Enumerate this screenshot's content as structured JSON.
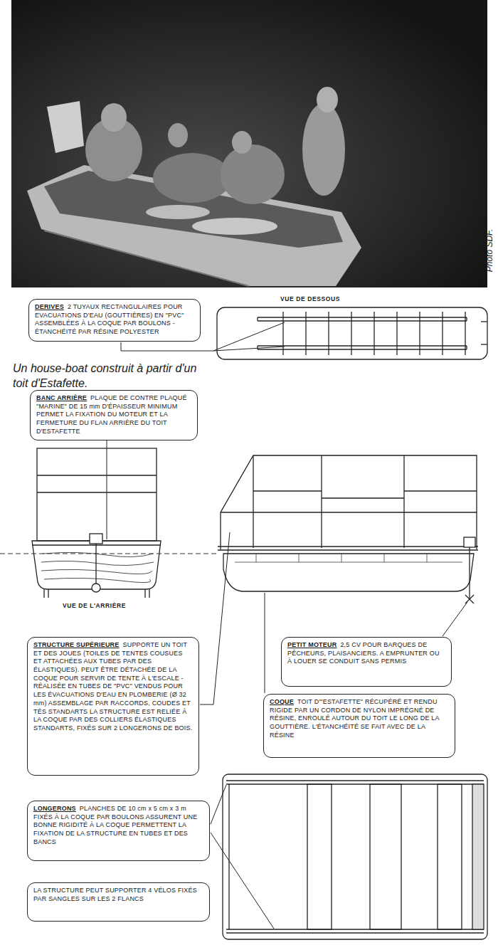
{
  "diagram": {
    "caption": "Un house-boat construit à partir d'un toit d'Estafette.",
    "nodes": [
      {
        "text": [
          "DERIVES",
          "2 TUYAUX RECTANGULAIRES POUR EVACUATIONS D'EAU (GOUTTIÈRES) EN \"PVC\" ASSEMBLÉES À LA COQUE PAR BOULONS - ÉTANCHÉITÉ PAR RÉSINE POLYESTER"
        ]
      },
      {
        "text": [
          "BANC ARRIÈRE",
          "PLAQUE DE CONTRE PLAQUÉ \"MARINE\" DE 15 mm D'ÉPAISSEUR MINIMUM PERMET LA FIXATION DU MOTEUR ET LA FERMETURE DU FLAN ARRIÈRE DU TOIT D'ESTAFETTE"
        ]
      },
      {
        "text": [
          "STRUCTURE SUPÉRIEURE",
          "SUPPORTE UN TOIT ET DES JOUES (TOILES DE TENTES COUSUES ET ATTACHÉES AUX TUBES PAR DES ÉLASTIQUES). PEUT ÊTRE DÉTACHÉE DE LA COQUE POUR SERVIR DE TENTE À L'ESCALE - RÉALISÉE EN TUBES DE \"PVC\" VENDUS POUR LES ÉVACUATIONS D'EAU EN PLOMBERIE (Ø 32 mm) ASSEMBLAGE PAR RACCORDS, COUDES ET TÉS STANDARTS LA STRUCTURE EST RELIÉE À LA COQUE PAR DES COLLIERS ÉLASTIQUES STANDARTS, FIXÉS SUR 2 LONGERONS DE BOIS."
        ]
      },
      {
        "text": [
          "PETIT MOTEUR",
          "2,5 CV POUR BARQUES DE PÊCHEURS, PLAISANCIERS. A EMPRUNTER OU À LOUER SE CONDUIT SANS PERMIS"
        ]
      },
      {
        "text": [
          "COQUE",
          "TOIT D'\"ESTAFETTE\" RÉCUPÉRÉ ET RENDU RIGIDE PAR UN CORDON DE NYLON IMPRÉGNÉ DE RÉSINE, ENROULÉ AUTOUR DU TOIT LE LONG DE LA GOUTTIÈRE. L'ÉTANCHÉITÉ SE FAIT AVEC DE LA RÉSINE"
        ]
      },
      {
        "text": [
          "LONGERONS",
          "PLANCHES DE 10 cm x 5 cm x 3 m FIXÉS À LA COQUE PAR BOULONS ASSURENT UNE BONNE RIGIDITÉ À LA COQUE PERMETTENT LA FIXATION DE LA STRUCTURE EN TUBES ET DES BANCS"
        ]
      },
      {
        "text": [
          "LA STRUCTURE PEUT SUPPORTER 4 VÉLOS FIXÉS PAR SANGLES SUR LES 2 FLANCS"
        ]
      }
    ],
    "labels": [
      "VUE DE DESSOUS",
      "VUE DE L'ARRIÈRE",
      "Photo SDF."
    ]
  }
}
